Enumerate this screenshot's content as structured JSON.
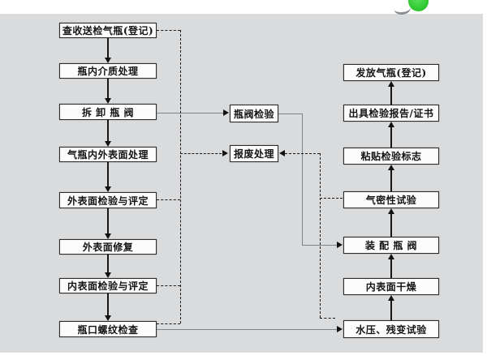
{
  "logo": {
    "dot_color": "#35cb35",
    "swoosh_color": "#878d92"
  },
  "flowchart": {
    "left_column": [
      "查收送检气瓶(登记)",
      "瓶内介质处理",
      "拆 卸 瓶 阀",
      "气瓶内外表面处理",
      "外表面检验与评定",
      "外表面修复",
      "内表面检验与评定",
      "瓶口螺纹检查"
    ],
    "middle_column": [
      "瓶阀检验",
      "报废处理"
    ],
    "right_column": [
      "发放气瓶(登记)",
      "出具检验报告/证书",
      "粘贴检验标志",
      "气密性试验",
      "装 配 瓶 阀",
      "内表面干燥",
      "水压、残变试验"
    ]
  }
}
